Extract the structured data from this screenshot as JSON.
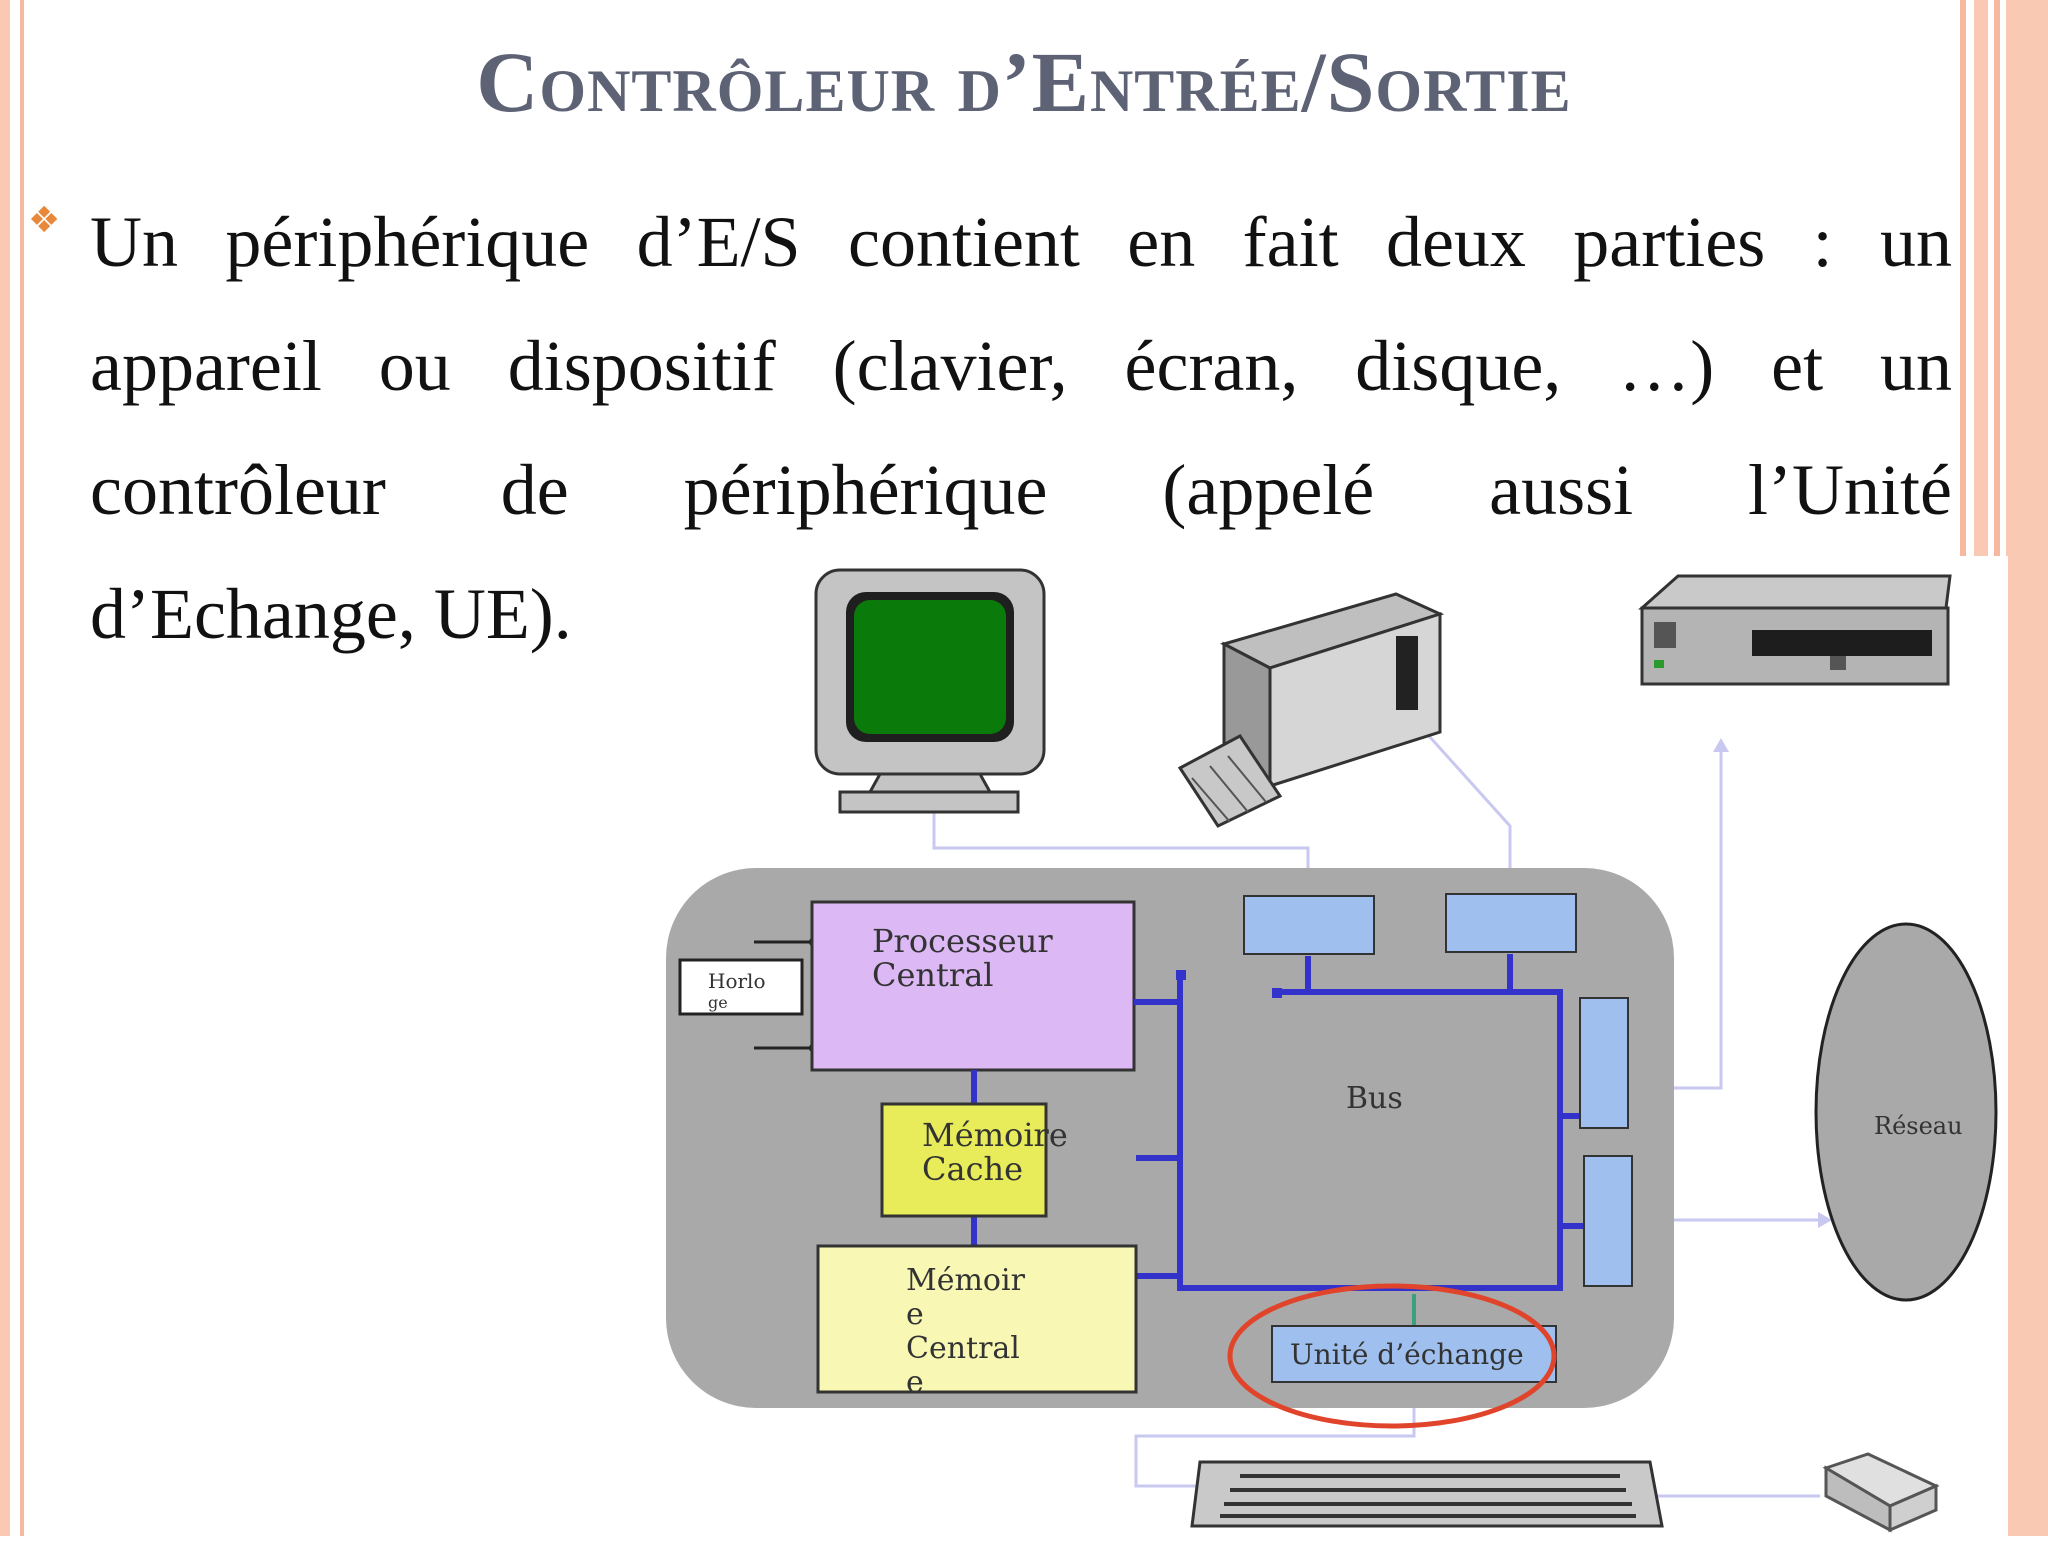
{
  "slide": {
    "title": "Contrôleur d’Entrée/Sortie",
    "bullet_icon": "diamond-bullet-icon",
    "paragraph_lines": [
      "Un périphérique d’E/S contient en fait deux parties : un",
      "appareil ou dispositif (clavier, écran, disque, …) et un",
      "contrôleur de périphérique (appelé aussi l’Unité",
      "d’Echange, UE)."
    ]
  },
  "diagram": {
    "labels": {
      "processor": [
        "Processeur",
        "Central"
      ],
      "clock": [
        "Horlo",
        "ge"
      ],
      "cache": [
        "Mémoire",
        "Cache"
      ],
      "main_memory": [
        "Mémoir",
        "e",
        "Central",
        "e"
      ],
      "bus": "Bus",
      "exchange_unit": "Unité d’échange",
      "network": "Réseau"
    },
    "icons": [
      "monitor-icon",
      "printer-icon",
      "disk-drive-icon",
      "keyboard-icon",
      "mouse-icon"
    ],
    "colors": {
      "board": "#a9a9a9",
      "processor": "#dcb8f4",
      "cache": "#e8ec5a",
      "main_memory": "#f8f8b4",
      "controller": "#9fc0ee",
      "bus": "#3333cc",
      "highlight": "#e0442a",
      "network": "#a9a9a9"
    }
  }
}
